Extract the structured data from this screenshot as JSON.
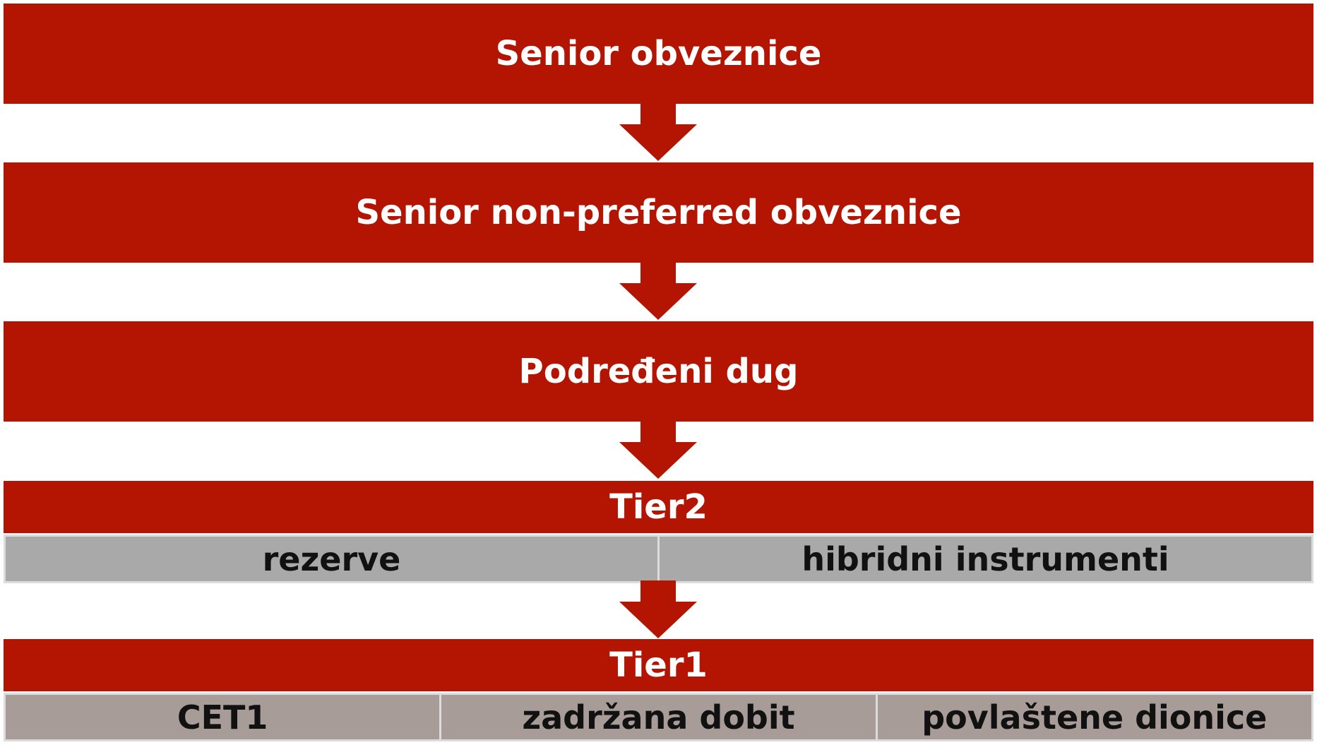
{
  "levels": {
    "senior": "Senior obveznice",
    "senior_non_preferred": "Senior non-preferred obveznice",
    "subordinated": "Podređeni dug",
    "tier2": "Tier2",
    "tier1": "Tier1"
  },
  "tier2_components": [
    "rezerve",
    "hibridni instrumenti"
  ],
  "tier1_components": [
    "CET1",
    "zadržana dobit",
    "povlaštene dionice"
  ],
  "colors": {
    "bar": "#B31502",
    "tier2_cell": "#A9A9A9",
    "tier1_cell": "#A89C99",
    "bar_text": "#ffffff",
    "cell_text": "#111111"
  }
}
